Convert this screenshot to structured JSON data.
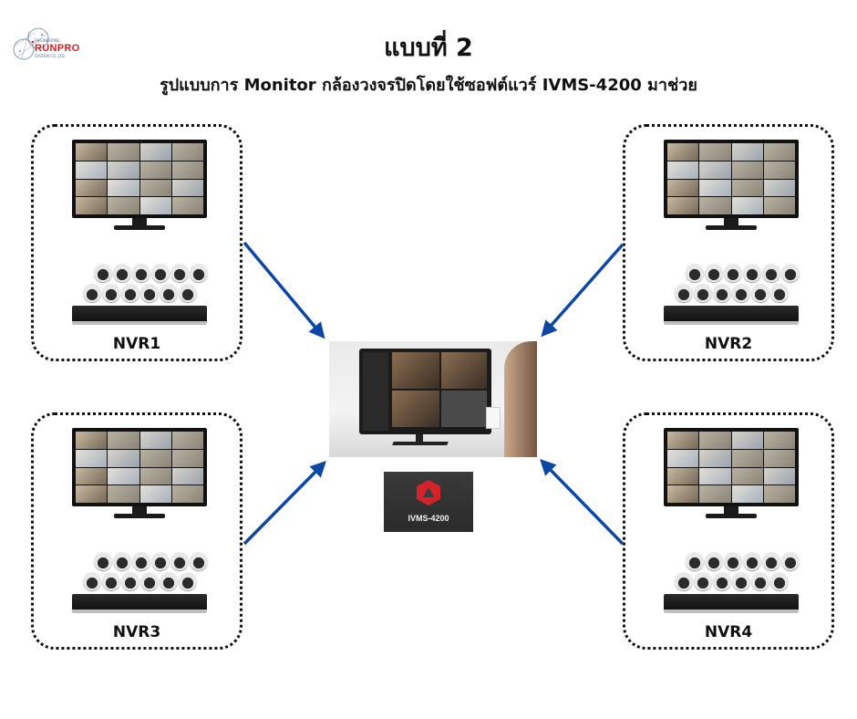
{
  "logo": {
    "name": "RUNPRO",
    "tagline_top": "ENGINEERING",
    "tagline_bottom": "SYSTEM CO.,LTD."
  },
  "header": {
    "title": "แบบที่ 2",
    "subtitle": "รูปแบบการ Monitor กล้องวงจรปิดโดยใช้ซอฟต์แวร์ IVMS-4200 มาช่วย"
  },
  "nvr_groups": [
    {
      "label": "NVR1",
      "position": "top-left"
    },
    {
      "label": "NVR2",
      "position": "top-right"
    },
    {
      "label": "NVR3",
      "position": "bottom-left"
    },
    {
      "label": "NVR4",
      "position": "bottom-right"
    }
  ],
  "center": {
    "description": "Workstation monitoring via IVMS-4200",
    "software_label": "IVMS-4200"
  },
  "colors": {
    "arrow": "#0d47a1",
    "brand_red": "#d3232a",
    "logo_bg": "#2f2f2f"
  }
}
